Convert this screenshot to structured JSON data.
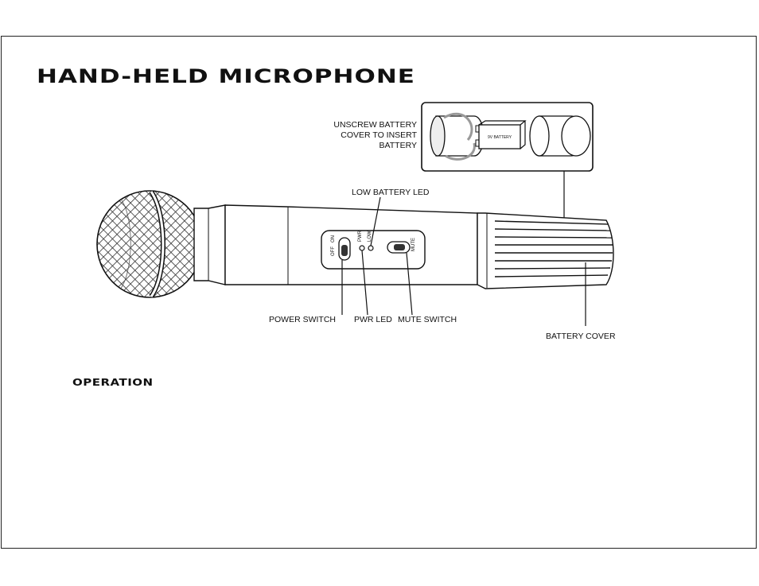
{
  "title": "HAND-HELD MICROPHONE",
  "section_heading": "OPERATION",
  "callouts": {
    "unscrew": [
      "UNSCREW BATTERY",
      "COVER TO INSERT",
      "BATTERY"
    ],
    "low_battery_led": "LOW BATTERY LED",
    "power_switch": "POWER SWITCH",
    "pwr_led": "PWR LED",
    "mute_switch": "MUTE SWITCH",
    "battery_cover": "BATTERY COVER"
  },
  "body_markings": {
    "off": "OFF",
    "on": "ON",
    "pwr": "PWR",
    "low": "LOW",
    "mute": "MUTE",
    "battery_label": "9V BATTERY"
  }
}
